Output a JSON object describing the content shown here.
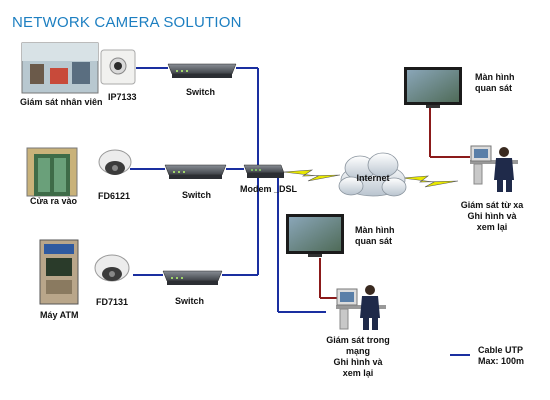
{
  "title": "NETWORK CAMERA SOLUTION",
  "labels": {
    "staff_monitoring": "Giám sát nhân viên",
    "cam1": "IP7133",
    "switch1": "Switch",
    "door": "Cửa ra vào",
    "cam2": "FD6121",
    "switch2": "Switch",
    "modem": "Modem _DSL",
    "internet": "Internet",
    "atm": "Máy ATM",
    "cam3": "FD7131",
    "switch3": "Switch",
    "monitor_remote_l1": "Màn hình",
    "monitor_remote_l2": "quan sát",
    "monitor_local_l1": "Màn hình",
    "monitor_local_l2": "quan sát",
    "remote_l1": "Giám sát từ xa",
    "remote_l2": "Ghi hình và",
    "remote_l3": "xem lại",
    "local_l1": "Giám sát trong",
    "local_l2": "mạng",
    "local_l3": "Ghi hình và",
    "local_l4": "xem lại"
  },
  "legend": {
    "line1": "Cable UTP",
    "line2": "Max: 100m",
    "color": "#1a2fa0"
  },
  "colors": {
    "utp": "#1a2fa0",
    "link": "#8b1a1a",
    "lightning": "#e8e800"
  }
}
